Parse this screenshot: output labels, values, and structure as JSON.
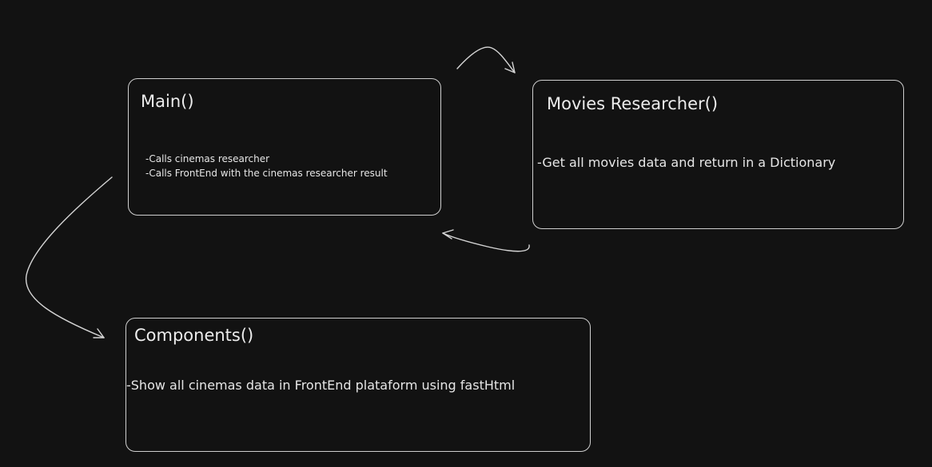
{
  "nodes": {
    "main": {
      "title": "Main()",
      "lines": [
        "-Calls cinemas researcher",
        "-Calls FrontEnd with the cinemas researcher result"
      ]
    },
    "movies_researcher": {
      "title": "Movies Researcher()",
      "description": "-Get all movies data and return in a Dictionary"
    },
    "components": {
      "title": "Components()",
      "description": "-Show all cinemas data in FrontEnd plataform using fastHtml"
    }
  },
  "colors": {
    "background": "#121212",
    "stroke": "#cfcfcf",
    "text": "#e8e8e8"
  }
}
